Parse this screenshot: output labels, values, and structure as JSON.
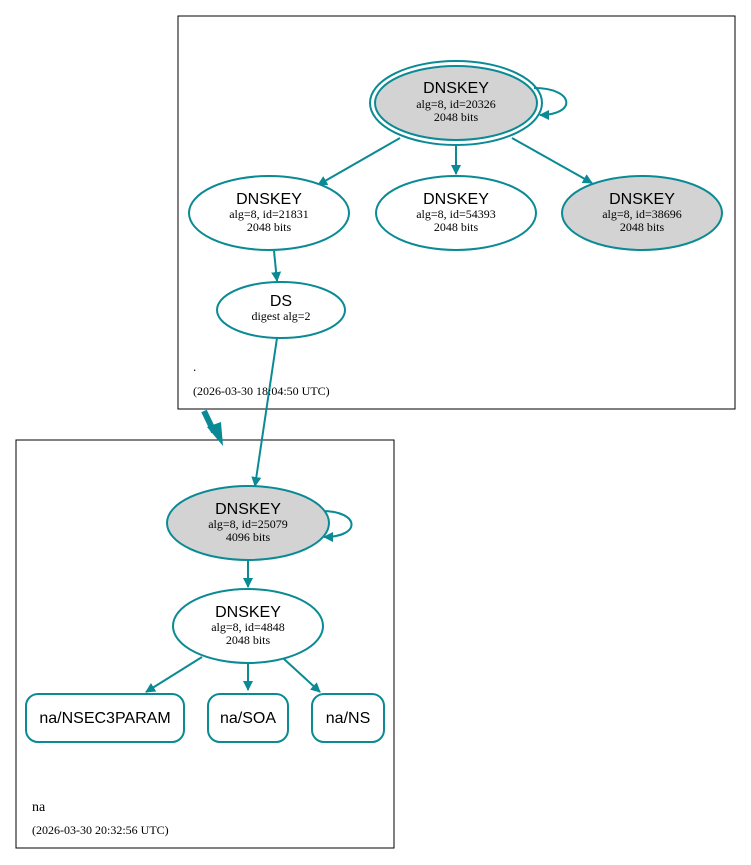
{
  "colors": {
    "edge": "#0a8a94",
    "filled_node": "#d3d3d3",
    "zone_border": "#000000",
    "background": "#ffffff"
  },
  "zones": {
    "root": {
      "name": ".",
      "timestamp": "(2026-03-30 18:04:50 UTC)"
    },
    "na": {
      "name": "na",
      "timestamp": "(2026-03-30 20:32:56 UTC)"
    }
  },
  "nodes": {
    "root_ksk": {
      "title": "DNSKEY",
      "line1": "alg=8, id=20326",
      "line2": "2048 bits"
    },
    "root_zsk1": {
      "title": "DNSKEY",
      "line1": "alg=8, id=21831",
      "line2": "2048 bits"
    },
    "root_zsk2": {
      "title": "DNSKEY",
      "line1": "alg=8, id=54393",
      "line2": "2048 bits"
    },
    "root_zsk3": {
      "title": "DNSKEY",
      "line1": "alg=8, id=38696",
      "line2": "2048 bits"
    },
    "ds": {
      "title": "DS",
      "line1": "digest alg=2"
    },
    "na_ksk": {
      "title": "DNSKEY",
      "line1": "alg=8, id=25079",
      "line2": "4096 bits"
    },
    "na_zsk": {
      "title": "DNSKEY",
      "line1": "alg=8, id=4848",
      "line2": "2048 bits"
    },
    "rr_nsec3param": {
      "label": "na/NSEC3PARAM"
    },
    "rr_soa": {
      "label": "na/SOA"
    },
    "rr_ns": {
      "label": "na/NS"
    }
  }
}
